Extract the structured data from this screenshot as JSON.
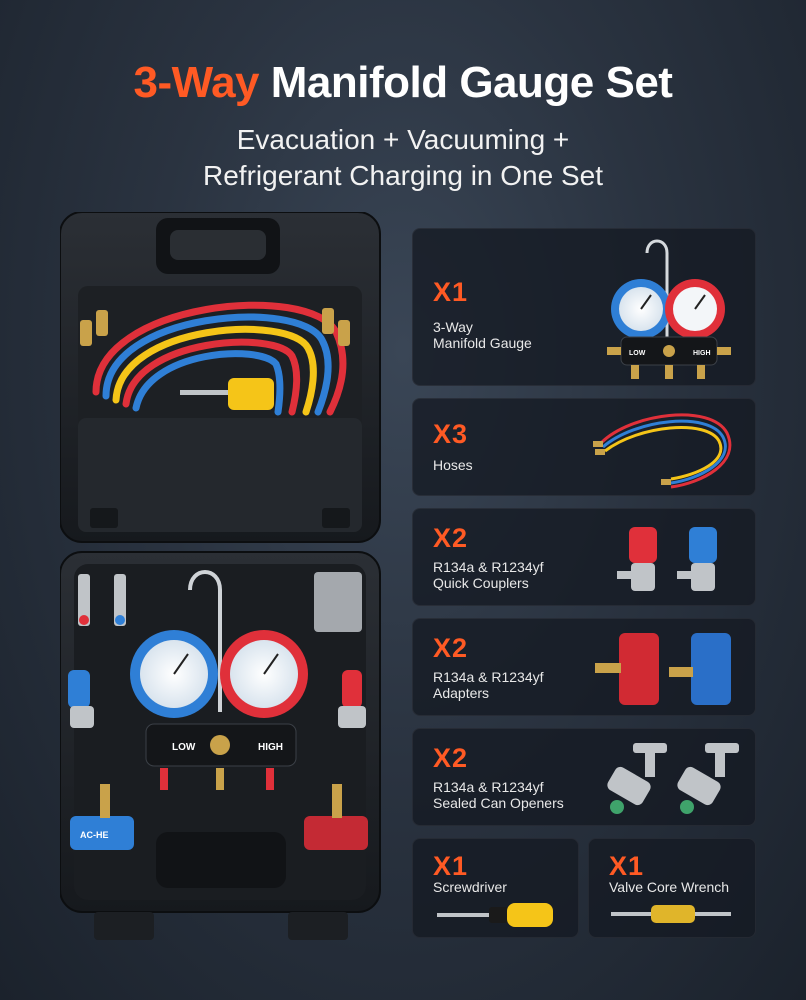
{
  "heading": {
    "accent": "3-Way",
    "rest": " Manifold Gauge Set"
  },
  "subheading": {
    "line1": "Evacuation + Vacuuming +",
    "line2": "Refrigerant Charging in One Set"
  },
  "colors": {
    "accent": "#ff5a24",
    "low": "#2f7fd6",
    "high": "#e0303a",
    "hose_yellow": "#f5c518"
  },
  "case": {
    "low_label": "LOW",
    "high_label": "HIGH",
    "coupler_tag": "AC-HE"
  },
  "items": [
    {
      "qty": "X1",
      "name": "3-Way\nManifold Gauge",
      "gauge_low": "LOW",
      "gauge_high": "HIGH"
    },
    {
      "qty": "X3",
      "name": "Hoses"
    },
    {
      "qty": "X2",
      "name": "R134a & R1234yf\nQuick Couplers"
    },
    {
      "qty": "X2",
      "name": "R134a & R1234yf\nAdapters"
    },
    {
      "qty": "X2",
      "name": "R134a & R1234yf\nSealed Can Openers"
    },
    {
      "qty": "X1",
      "name": "Screwdriver"
    },
    {
      "qty": "X1",
      "name": "Valve Core Wrench"
    }
  ]
}
